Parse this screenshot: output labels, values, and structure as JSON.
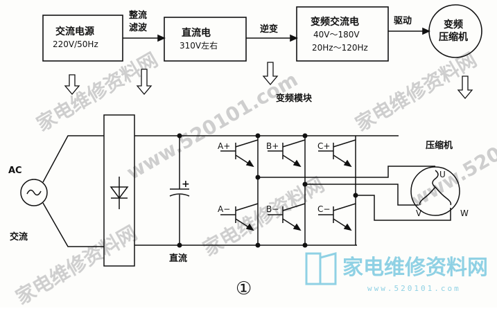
{
  "blocks": {
    "ac_source": {
      "line1": "交流电源",
      "line2": "220V/50Hz"
    },
    "dc": {
      "line1": "直流电",
      "line2": "310V左右"
    },
    "vf_ac": {
      "line1": "变频交流电",
      "line2": "40V～180V",
      "line3": "20Hz～120Hz"
    },
    "compressor": {
      "line1": "变频",
      "line2": "压缩机"
    }
  },
  "arrows": {
    "rectify_line1": "整流",
    "rectify_line2": "滤波",
    "invert": "逆变",
    "drive": "驱动"
  },
  "module_label": "变频模块",
  "circuit": {
    "ac_label": "AC",
    "ac_source_label": "交流",
    "dc_label": "直流",
    "cap_plus": "+",
    "compressor_label": "压缩机",
    "transistors": [
      "A+",
      "B+",
      "C+",
      "A−",
      "B−",
      "C−"
    ],
    "motor_terminals": {
      "u": "U",
      "v": "V",
      "w": "W"
    },
    "figure_number": "①"
  },
  "watermark": {
    "text_cn": "家电维修资料网",
    "url": "www.520101.com",
    "url_short": "520101.com",
    "logo_text": "家电维修资料网",
    "logo_url": "www.520101.com"
  },
  "colors": {
    "ink": "#111111",
    "watermark_gray": "#c9c9c9",
    "watermark_blue": "#8fd1e4"
  }
}
